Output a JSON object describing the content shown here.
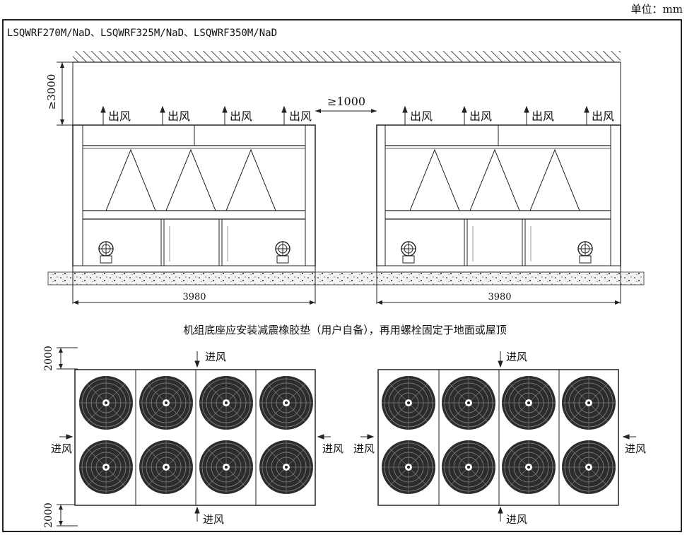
{
  "unit_label": "单位：mm",
  "model_title": "LSQWRF270M/NaD、LSQWRF325M/NaD、LSQWRF350M/NaD",
  "dims": {
    "height_clearance": "≥3000",
    "spacing": "≥1000",
    "unit_length": "3980",
    "plan_clearance": "2000"
  },
  "airflow": {
    "outlet": "出风",
    "inlet": "进风"
  },
  "note": "机组底座应安装减震橡胶垫（用户自备），再用螺栓固定于地面或屋顶"
}
